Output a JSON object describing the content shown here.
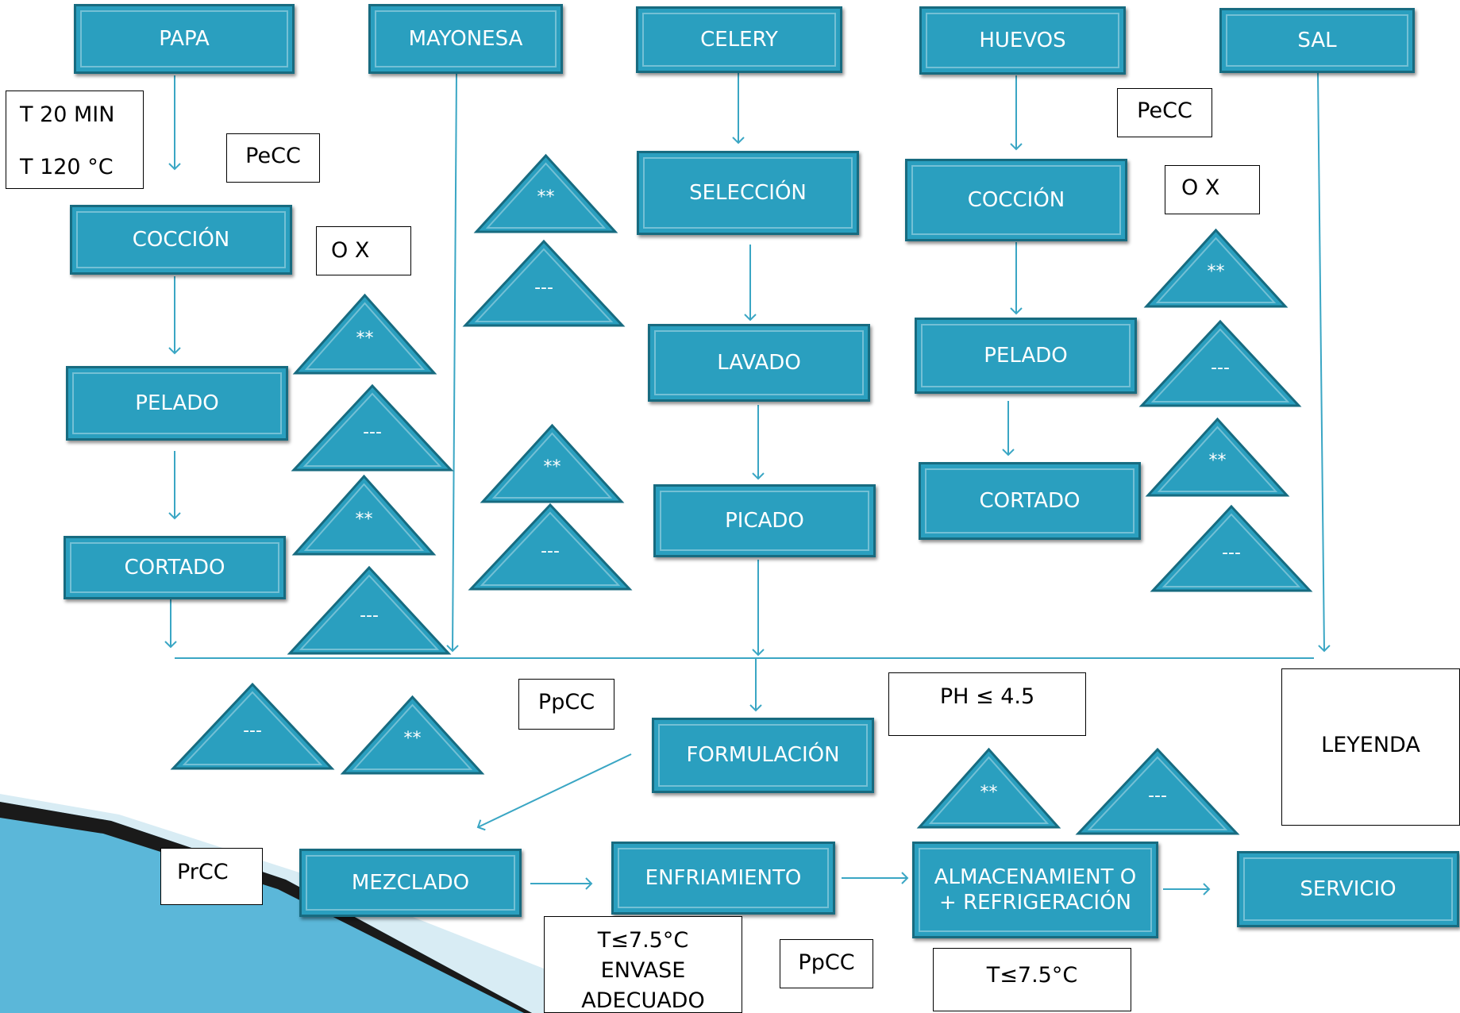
{
  "colors": {
    "box_fill": "#2a9fbf",
    "box_border": "#176b80",
    "line": "#3aa6c4",
    "text_on_box": "#ffffff"
  },
  "ingredients": {
    "papa": "PAPA",
    "mayonesa": "MAYONESA",
    "celery": "CELERY",
    "huevos": "HUEVOS",
    "sal": "SAL"
  },
  "steps": {
    "papa_coccion": "COCCIÓN",
    "papa_pelado": "PELADO",
    "papa_cortado": "CORTADO",
    "celery_seleccion": "SELECCIÓN",
    "celery_lavado": "LAVADO",
    "celery_picado": "PICADO",
    "huevos_coccion": "COCCIÓN",
    "huevos_pelado": "PELADO",
    "huevos_cortado": "CORTADO",
    "formulacion": "FORMULACIÓN",
    "mezclado": "MEZCLADO",
    "enfriamiento": "ENFRIAMIENTO",
    "almacenamiento": "ALMACENAMIENT O + REFRIGERACIÓN",
    "servicio": "SERVICIO"
  },
  "notes": {
    "time_temp_line1": "T 20 MIN",
    "time_temp_line2": "T  120 °C",
    "pecc_1": "PeCC",
    "ox_1": "O X",
    "pecc_2": "PeCC",
    "ox_2": "O X",
    "ppcc_1": "PpCC",
    "ph": "PH ≤ 4.5",
    "leyenda": "LEYENDA",
    "prcc": "PrCC",
    "enfriamiento_cond_1": "T≤7.5°C",
    "enfriamiento_cond_2": "ENVASE",
    "enfriamiento_cond_3": "ADECUADO",
    "ppcc_2": "PpCC",
    "almac_cond": "T≤7.5°C"
  },
  "symbols": {
    "biological": "**",
    "physical": "---"
  }
}
